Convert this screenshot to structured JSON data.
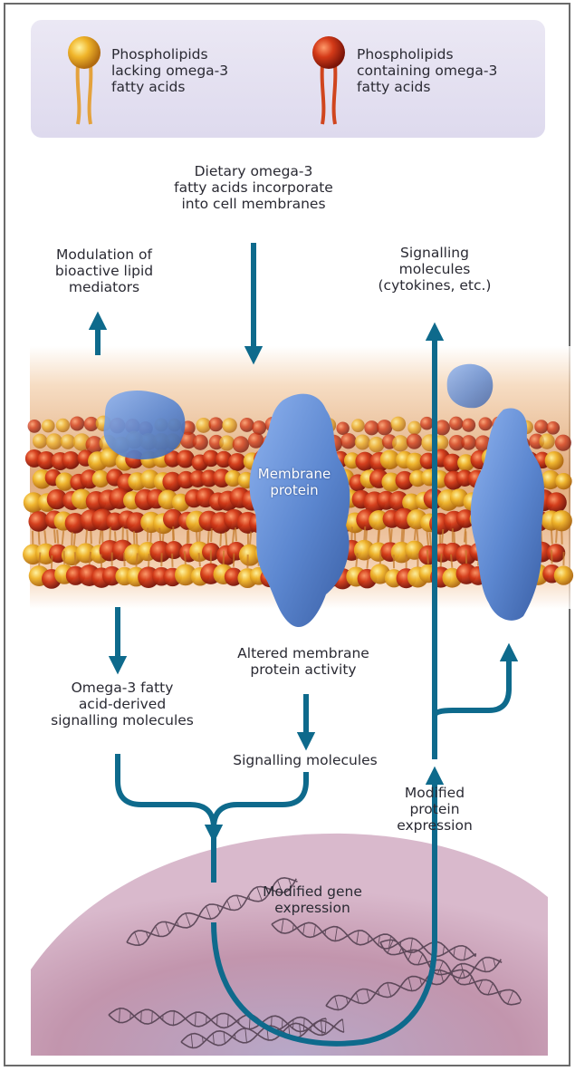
{
  "legend": {
    "lacking": "Phospholipids\nlacking omega-3\nfatty acids",
    "containing": "Phospholipids\ncontaining omega-3\nfatty acids"
  },
  "labels": {
    "dietary": "Dietary omega-3\nfatty acids incorporate\ninto cell membranes",
    "modulation": "Modulation of\nbioactive lipid\nmediators",
    "signalling_top": "Signalling\nmolecules\n(cytokines, etc.)",
    "membrane_protein": "Membrane\nprotein",
    "altered": "Altered membrane\nprotein activity",
    "omega_derived": "Omega-3 fatty\nacid-derived\nsignalling molecules",
    "signalling_mid": "Signalling molecules",
    "modified_protein": "Modified\nprotein\nexpression",
    "modified_gene": "Modified gene\nexpression"
  },
  "colors": {
    "arrow": "#0e6a8c",
    "lacking_head": "#e3a21a",
    "containing_head": "#cc3216",
    "protein": "#5b86cf",
    "legend_bg": "#e6e3f1",
    "nucleus": "#b98fb0"
  }
}
